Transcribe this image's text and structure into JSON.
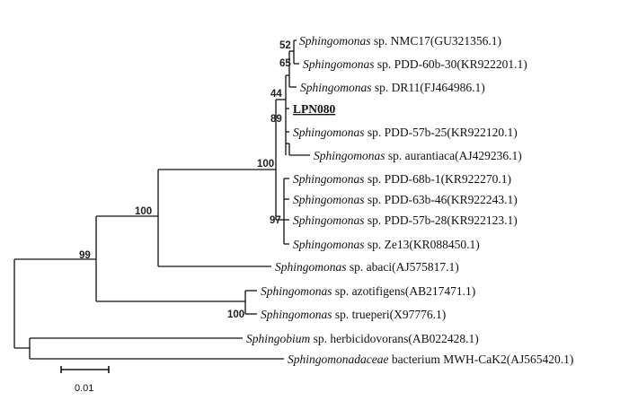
{
  "tree": {
    "focal_strain": "LPN080",
    "taxa": [
      {
        "id": "nmc17",
        "genus": "Sphingomonas",
        "rest": " sp. NMC17(GU321356.1)"
      },
      {
        "id": "pdd60b30",
        "genus": "Sphingomonas",
        "rest": " sp. PDD-60b-30(KR922201.1)"
      },
      {
        "id": "dr11",
        "genus": "Sphingomonas",
        "rest": " sp. DR11(FJ464986.1)"
      },
      {
        "id": "pdd57b25",
        "genus": "Sphingomonas",
        "rest": " sp. PDD-57b-25(KR922120.1)"
      },
      {
        "id": "aurantiaca",
        "genus": "Sphingomonas",
        "rest": " sp. aurantiaca(AJ429236.1)"
      },
      {
        "id": "pdd68b1",
        "genus": "Sphingomonas",
        "rest": " sp. PDD-68b-1(KR922270.1)"
      },
      {
        "id": "pdd63b46",
        "genus": "Sphingomonas",
        "rest": " sp. PDD-63b-46(KR922243.1)"
      },
      {
        "id": "pdd57b28",
        "genus": "Sphingomonas",
        "rest": " sp. PDD-57b-28(KR922123.1)"
      },
      {
        "id": "ze13",
        "genus": "Sphingomonas",
        "rest": " sp. Ze13(KR088450.1)"
      },
      {
        "id": "abaci",
        "genus": "Sphingomonas",
        "rest": " sp. abaci(AJ575817.1)"
      },
      {
        "id": "azotifigens",
        "genus": "Sphingomonas",
        "rest": " sp. azotifigens(AB217471.1)"
      },
      {
        "id": "trueperi",
        "genus": "Sphingomonas",
        "rest": " sp. trueperi(X97776.1)"
      },
      {
        "id": "herbicidovorans",
        "genus": "Sphingobium",
        "rest": " sp. herbicidovorans(AB022428.1)"
      },
      {
        "id": "mwhcak2",
        "genus": "Sphingomonadaceae",
        "rest": " bacterium MWH-CaK2(AJ565420.1)"
      }
    ],
    "bootstrap": {
      "b52": "52",
      "b65": "65",
      "b44": "44",
      "b89": "89",
      "b100_clade": "100",
      "b97": "97",
      "b100_inner": "100",
      "b99": "99",
      "b100_azo": "100"
    },
    "scale_bar": {
      "label": "0.01"
    }
  }
}
